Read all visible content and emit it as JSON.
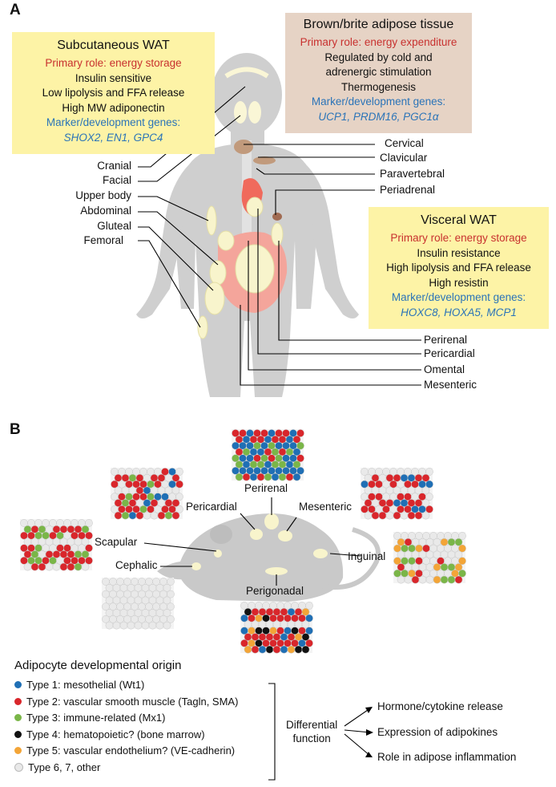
{
  "panel_a": {
    "letter": "A",
    "subcutaneous": {
      "title": "Subcutaneous WAT",
      "role": "Primary role: energy storage",
      "lines": [
        "Insulin sensitive",
        "Low lipolysis and FFA release",
        "High MW adiponectin"
      ],
      "marker_label": "Marker/development genes:",
      "genes": "SHOX2, EN1, GPC4",
      "bg": "#fdf3a6"
    },
    "brown": {
      "title": "Brown/brite adipose tissue",
      "role": "Primary role: energy expenditure",
      "lines": [
        "Regulated by cold and",
        "adrenergic stimulation",
        "Thermogenesis"
      ],
      "marker_label": "Marker/development genes:",
      "genes": "UCP1, PRDM16, PGC1α",
      "bg": "#e6d3c5"
    },
    "visceral": {
      "title": "Visceral WAT",
      "role": "Primary role: energy storage",
      "lines": [
        "Insulin resistance",
        "High lipolysis and FFA release",
        "High resistin"
      ],
      "marker_label": "Marker/development genes:",
      "genes": "HOXC8, HOXA5, MCP1",
      "bg": "#fdf3a6"
    },
    "left_labels": [
      "Cranial",
      "Facial",
      "Upper body",
      "Abdominal",
      "Gluteal",
      "Femoral"
    ],
    "right_top_labels": [
      "Cervical",
      "Clavicular",
      "Paravertebral",
      "Periadrenal"
    ],
    "right_bottom_labels": [
      "Perirenal",
      "Pericardial",
      "Omental",
      "Mesenteric"
    ]
  },
  "panel_b": {
    "letter": "B",
    "depots": {
      "perirenal": "Perirenal",
      "pericardial": "Pericardial",
      "mesenteric": "Mesenteric",
      "scapular": "Scapular",
      "cephalic": "Cephalic",
      "inguinal": "Inguinal",
      "perigonadal": "Perigonadal"
    },
    "legend_title": "Adipocyte developmental origin",
    "legend": [
      {
        "label": "Type 1: mesothelial (Wt1)",
        "color": "#1f6fb5"
      },
      {
        "label": "Type 2: vascular smooth muscle (Tagln, SMA)",
        "color": "#d9262b"
      },
      {
        "label": "Type 3: immune-related (Mx1)",
        "color": "#7ab648"
      },
      {
        "label": "Type 4: hematopoietic? (bone marrow)",
        "color": "#111111"
      },
      {
        "label": "Type 5: vascular endothelium? (VE-cadherin)",
        "color": "#f3a537"
      },
      {
        "label": "Type 6, 7, other",
        "color": "#e9e9e9"
      }
    ],
    "differential": [
      "Differential",
      "function"
    ],
    "functions": [
      "Hormone/cytokine release",
      "Expression of adipokines",
      "Role in adipose inflammation"
    ]
  }
}
